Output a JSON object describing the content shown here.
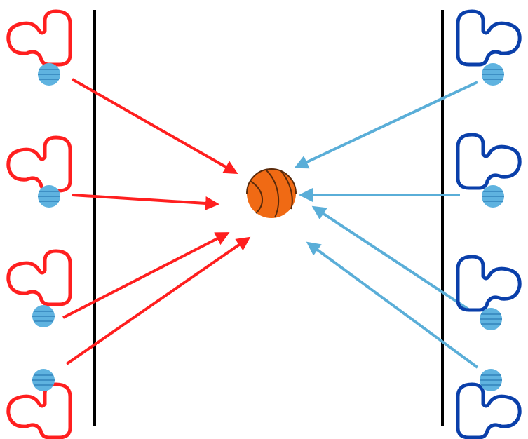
{
  "diagram": {
    "colors": {
      "red_team": "#ff1f1f",
      "blue_team": "#0a3faa",
      "red_arrow": "#ff1f1f",
      "blue_arrow": "#5aaed8",
      "small_ball": "#5fb3e0",
      "small_ball_stripe": "#3d8fc4",
      "basketball": "#f06a14",
      "basketball_seam": "#5a2a0a",
      "line": "#000000",
      "background": "#ffffff"
    },
    "icons": {
      "player": "player-figure-icon",
      "small_ball": "striped-ball-icon",
      "center_ball": "basketball-icon",
      "arrow": "arrow-icon"
    },
    "red_team": {
      "players": 4,
      "side": "left"
    },
    "blue_team": {
      "players": 4,
      "side": "right"
    }
  }
}
